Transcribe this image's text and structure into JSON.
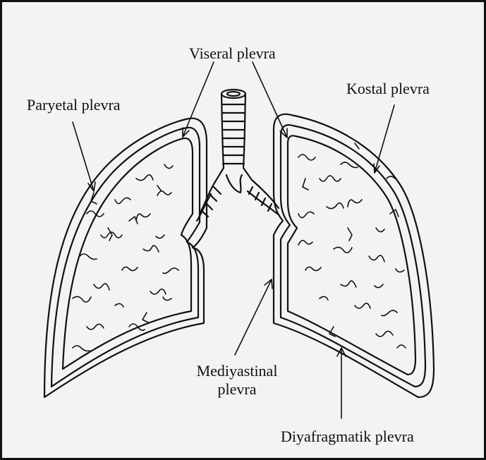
{
  "labels": {
    "viseral": "Viseral plevra",
    "kostal": "Kostal plevra",
    "paryetal": "Paryetal plevra",
    "mediyastinal_line1": "Mediyastinal",
    "mediyastinal_line2": "plevra",
    "diyafragmatik": "Diyafragmatik plevra"
  },
  "colors": {
    "ink": "#111111",
    "paper": "#f3f3f3"
  }
}
